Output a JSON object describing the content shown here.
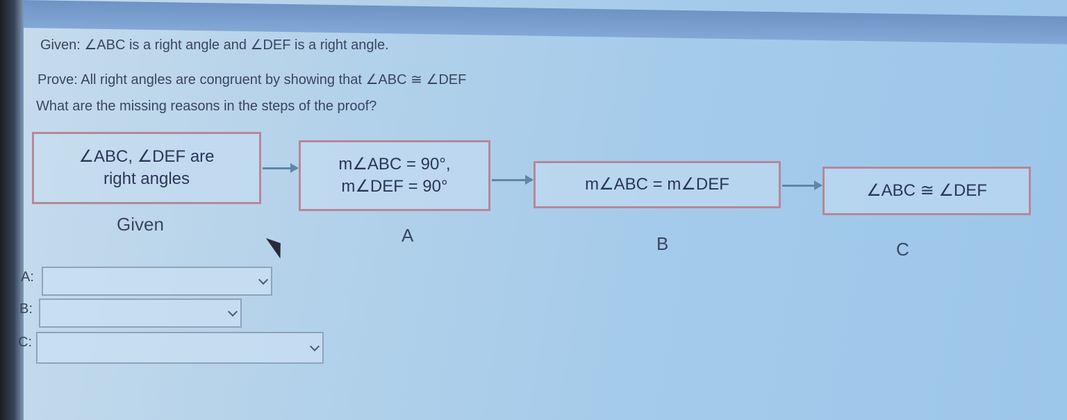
{
  "question": {
    "given": "Given: ∠ABC is a right angle and ∠DEF is a right angle.",
    "prove": "Prove: All right angles are congruent by showing that ∠ABC ≅ ∠DEF",
    "ask": "What are the missing reasons in the steps of the proof?"
  },
  "flow": {
    "step1_line1": "∠ABC, ∠DEF are",
    "step1_line2": "right angles",
    "step2_line1": "m∠ABC = 90°,",
    "step2_line2": "m∠DEF = 90°",
    "step3": "m∠ABC = m∠DEF",
    "step4": "∠ABC ≅ ∠DEF",
    "reason1": "Given",
    "reason2": "A",
    "reason3": "B",
    "reason4": "C"
  },
  "answers": [
    {
      "label": "A:",
      "value": ""
    },
    {
      "label": "B:",
      "value": ""
    },
    {
      "label": "C:",
      "value": ""
    }
  ]
}
